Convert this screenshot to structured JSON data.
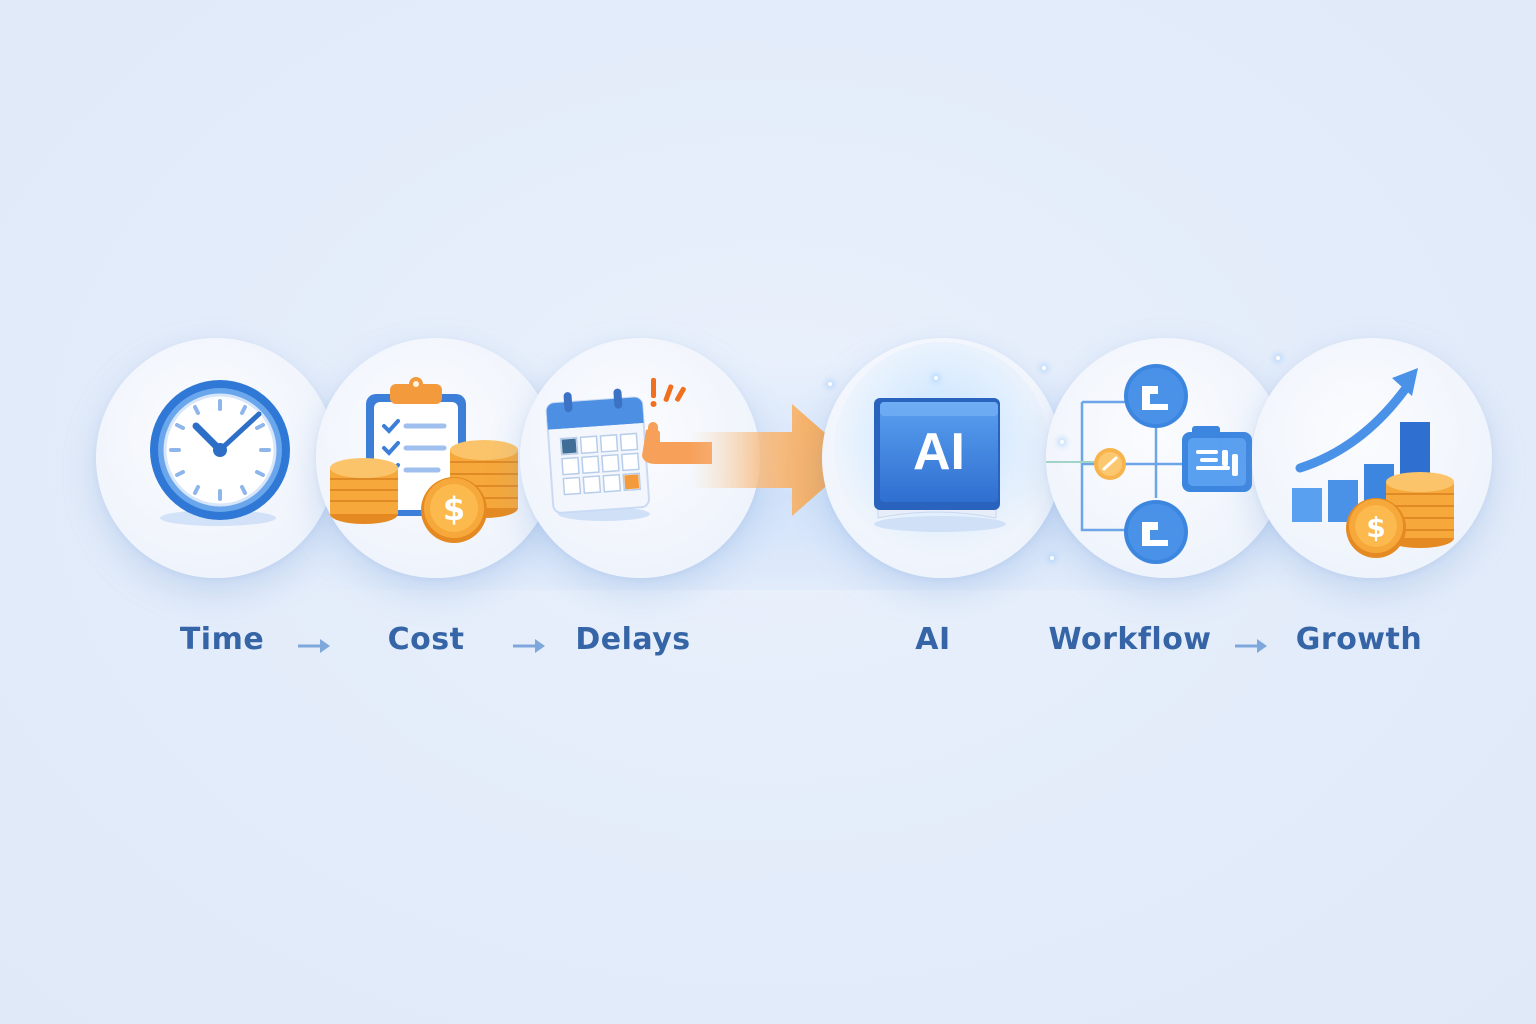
{
  "steps": [
    {
      "label": "Time",
      "icon": "clock-icon"
    },
    {
      "label": "Cost",
      "icon": "clipboard-coins-icon"
    },
    {
      "label": "Delays",
      "icon": "calendar-alert-icon"
    },
    {
      "label": "AI",
      "icon": "ai-book-icon"
    },
    {
      "label": "Workflow",
      "icon": "workflow-nodes-icon"
    },
    {
      "label": "Growth",
      "icon": "growth-chart-coins-icon"
    }
  ],
  "ai_badge_text": "AI",
  "colors": {
    "background": "#e3ecfa",
    "label_blue": "#3565a6",
    "icon_blue": "#3f86dd",
    "coin_orange": "#f6a83a",
    "arrow_orange": "#f7a140"
  }
}
